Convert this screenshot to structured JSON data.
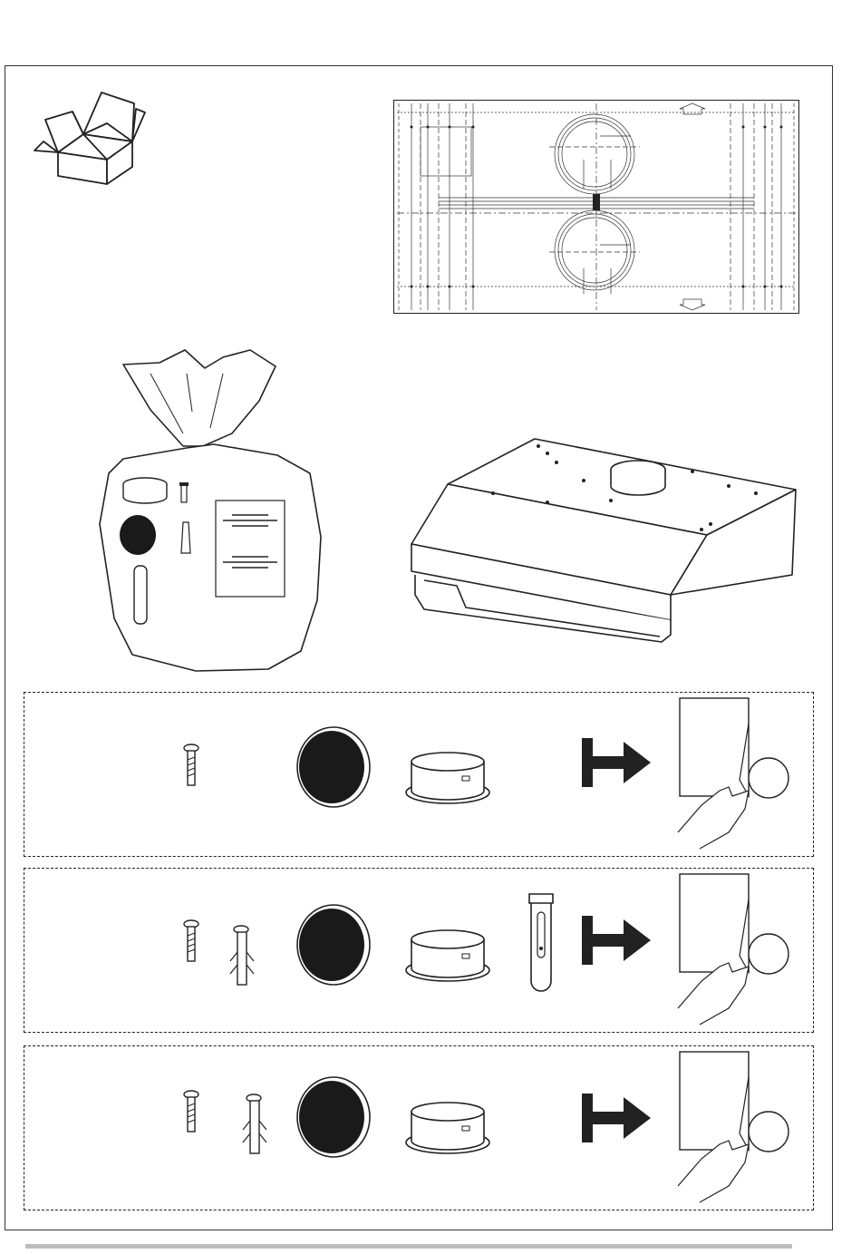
{
  "page": {
    "drawing_stamp": ""
  },
  "colors": {
    "line": "#222222",
    "fill_dark": "#1a1a1a",
    "bottom_bar": "#bdbdbd"
  },
  "icons": [
    "open-box-icon",
    "template-sheet-icon",
    "accessory-bag-icon",
    "cooker-hood-icon",
    "screw-icon",
    "wall-plug-icon",
    "carbon-filter-icon",
    "duct-collar-icon",
    "bracket-icon",
    "arrow-icon",
    "peel-film-icon"
  ],
  "panels": [
    {
      "items": [
        "screw",
        "carbon-filter",
        "duct-collar"
      ]
    },
    {
      "items": [
        "screw",
        "wall-plug",
        "carbon-filter",
        "duct-collar",
        "bracket"
      ]
    },
    {
      "items": [
        "screw",
        "wall-plug",
        "carbon-filter",
        "duct-collar"
      ]
    }
  ]
}
